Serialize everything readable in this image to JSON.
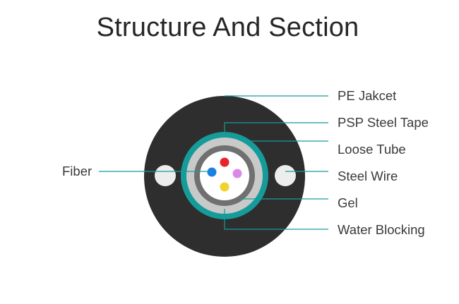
{
  "title": "Structure And Section",
  "labels": {
    "pe_jacket": "PE Jakcet",
    "psp_steel_tape": "PSP Steel Tape",
    "loose_tube": "Loose Tube",
    "steel_wire": "Steel Wire",
    "gel": "Gel",
    "water_blocking": "Water Blocking",
    "fiber": "Fiber"
  },
  "colors": {
    "jacket": "#2e2e2e",
    "steel_wire": "#ededed",
    "psp_steel_tape": "#159c9a",
    "water_blocking": "#c9c9c9",
    "loose_tube": "#707070",
    "gel": "#ffffff",
    "fiber_red": "#e8242a",
    "fiber_blue": "#1e7ee6",
    "fiber_violet": "#d98ae8",
    "fiber_yellow": "#f2d22c",
    "leader_line": "#159c9a"
  }
}
